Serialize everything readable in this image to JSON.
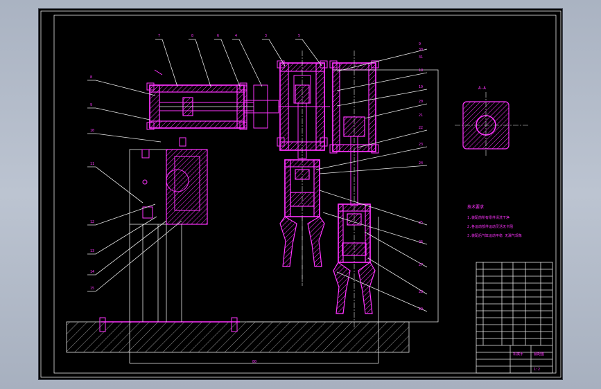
{
  "drawing": {
    "colors": {
      "line": "#ff33ff",
      "secondary": "#e8e8e8",
      "background": "#000000",
      "chrome": "#aab3c2"
    },
    "part_numbers": [
      {
        "id": "7",
        "label": "7"
      },
      {
        "id": "8",
        "label": "8"
      },
      {
        "id": "6",
        "label": "6"
      },
      {
        "id": "4",
        "label": "4"
      },
      {
        "id": "3",
        "label": "3"
      },
      {
        "id": "5",
        "label": "5"
      },
      {
        "id": "9",
        "label": "9"
      },
      {
        "id": "l1",
        "label": "8"
      },
      {
        "id": "l2",
        "label": "9"
      },
      {
        "id": "l3",
        "label": "10"
      },
      {
        "id": "l4",
        "label": "11"
      },
      {
        "id": "l5",
        "label": "12"
      },
      {
        "id": "l6",
        "label": "13"
      },
      {
        "id": "l7",
        "label": "14"
      },
      {
        "id": "l8",
        "label": "15"
      },
      {
        "id": "r1",
        "label": "18"
      },
      {
        "id": "r2",
        "label": "19"
      },
      {
        "id": "r3",
        "label": "20"
      },
      {
        "id": "r4",
        "label": "21"
      },
      {
        "id": "r5",
        "label": "22"
      },
      {
        "id": "r6",
        "label": "23"
      },
      {
        "id": "r7",
        "label": "24"
      },
      {
        "id": "r8",
        "label": "25"
      },
      {
        "id": "r9",
        "label": "26"
      },
      {
        "id": "r10",
        "label": "27"
      },
      {
        "id": "r11",
        "label": "28"
      },
      {
        "id": "r12",
        "label": "29"
      },
      {
        "id": "r13",
        "label": "30"
      },
      {
        "id": "r14",
        "label": "31"
      }
    ],
    "notes": {
      "heading": "技术要求",
      "line1": "1.装配前所有零件清洗干净",
      "line2": "2.各运动部件运动灵活无卡阻",
      "line3": "3.装配后气缸运动平稳 无漏气现象"
    },
    "section_mark": "A-A",
    "dimension": "80",
    "title_block": {
      "name": "机械手",
      "drawing_no": "装配图",
      "scale": "1:2"
    }
  }
}
